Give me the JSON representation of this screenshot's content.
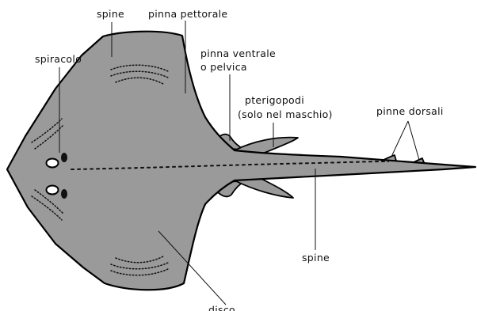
{
  "labels": {
    "spine_top": "spine",
    "pinna_pettorale": "pinna pettorale",
    "spiracolo": "spiracolo",
    "pinna_ventrale_1": "pinna ventrale",
    "pinna_ventrale_2": "o pelvica",
    "pterigopodi_1": "pterigopodi",
    "pterigopodi_2": "(solo nel maschio)",
    "pinne_dorsali": "pinne dorsali",
    "spine_bottom": "spine",
    "disco": "disco"
  },
  "colors": {
    "body_fill": "#9a9a9a",
    "outline": "#000000",
    "background": "#ffffff"
  }
}
